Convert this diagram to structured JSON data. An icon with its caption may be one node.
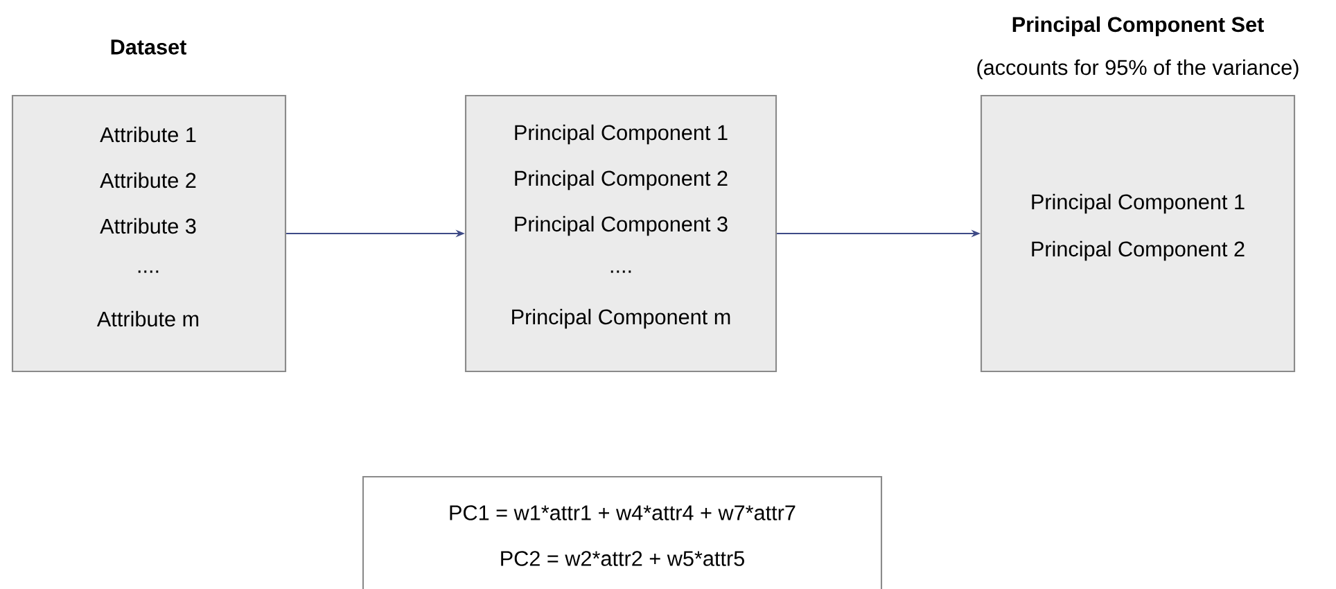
{
  "diagram": {
    "nodes": [
      {
        "text": [
          "Dataset",
          "Attribute 1",
          "Attribute 2",
          "Attribute 3",
          "....",
          "Attribute m"
        ]
      },
      {
        "text": [
          "Principal Component 1",
          "Principal Component 2",
          "Principal Component 3",
          "....",
          "Principal Component m"
        ]
      },
      {
        "text": [
          "Principal Component Set",
          "(accounts for 95% of the variance)",
          "Principal Component 1",
          "Principal Component 2"
        ]
      },
      {
        "text": [
          "PC1 = w1*attr1 + w4*attr4 + w7*attr7",
          "PC2 = w2*attr2 + w5*attr5"
        ]
      }
    ],
    "edges": [
      {
        "from": 0,
        "to": 1,
        "arrow": "to"
      },
      {
        "from": 1,
        "to": 2,
        "arrow": "to"
      }
    ]
  }
}
